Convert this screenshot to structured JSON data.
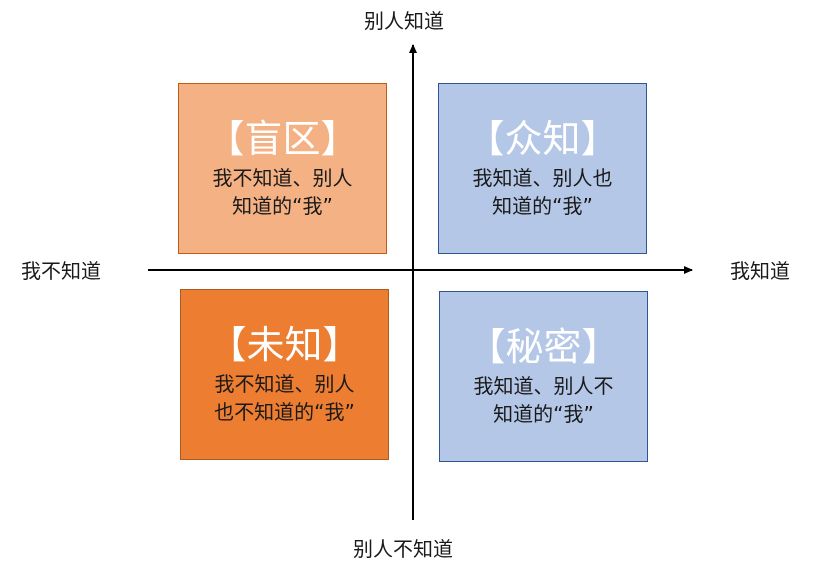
{
  "axes": {
    "top": "别人知道",
    "bottom": "别人不知道",
    "left": "我不知道",
    "right": "我知道"
  },
  "quadrants": [
    {
      "id": "blind",
      "title": "【盲区】",
      "line1": "我不知道、别人",
      "line2": "知道的“我”",
      "fill": "#F4B183",
      "border": "#C55A11"
    },
    {
      "id": "open",
      "title": "【众知】",
      "line1": "我知道、别人也",
      "line2": "知道的“我”",
      "fill": "#B4C7E7",
      "border": "#2F5597"
    },
    {
      "id": "unknown",
      "title": "【未知】",
      "line1": "我不知道、别人",
      "line2": "也不知道的“我”",
      "fill": "#ED7D31",
      "border": "#AE5A21"
    },
    {
      "id": "hidden",
      "title": "【秘密】",
      "line1": "我知道、别人不",
      "line2": "知道的“我”",
      "fill": "#B4C7E7",
      "border": "#2F5597"
    }
  ]
}
